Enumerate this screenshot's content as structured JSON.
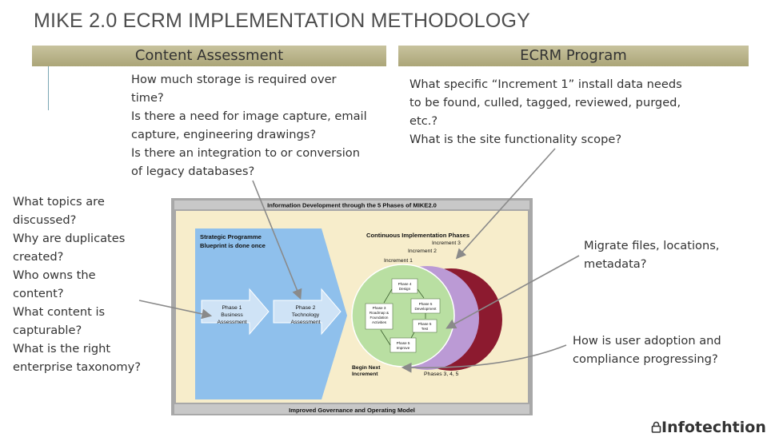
{
  "title": "MIKE 2.0 ECRM IMPLEMENTATION METHODOLOGY",
  "headers": {
    "left": "Content Assessment",
    "right": "ECRM Program"
  },
  "content_questions": [
    "How much storage is required over time?",
    "Is there a need for image capture, email capture, engineering drawings?",
    "Is there an integration to or conversion of legacy databases?"
  ],
  "program_questions": [
    "What specific “Increment 1” install data needs to be found, culled, tagged, reviewed, purged, etc.?",
    "What is the site functionality scope?"
  ],
  "left_questions": [
    "What topics are discussed?",
    "Why are duplicates created?",
    "Who owns the content?",
    "What content is capturable?",
    "What is the right enterprise taxonomy?"
  ],
  "migrate_note": "Migrate files, locations, metadata?",
  "adoption_note": "How is user adoption and compliance progressing?",
  "diagram": {
    "header": "Information Development through the 5 Phases of MIKE2.0",
    "footer": "Improved Governance and Operating Model",
    "strategic": [
      "Strategic Programme",
      "Blueprint is done once"
    ],
    "phase1": [
      "Phase 1",
      "Business",
      "Assessment"
    ],
    "phase2": [
      "Phase 2",
      "Technology",
      "Assessment"
    ],
    "continuous": "Continuous Implementation Phases",
    "increment1": "Increment 1",
    "increment2": "Increment 2",
    "increment3": "Increment 3",
    "p3": [
      "Phase 3",
      "Roadmap &",
      "Foundation",
      "Activities"
    ],
    "p4": [
      "Phase 4",
      "Design"
    ],
    "p5dev": [
      "Phase 5",
      "Development"
    ],
    "p5test": [
      "Phase 5",
      "Test"
    ],
    "p5imp": [
      "Phase 5",
      "Improve"
    ],
    "begin": [
      "Begin Next",
      "Increment"
    ],
    "phases345": "Phases 3, 4, 5",
    "colors": {
      "bg": "#f7edcb",
      "frame": "#aaaaaa",
      "blue": "#8fc0ec",
      "green": "#b9dfa2",
      "purple": "#bb9ad5",
      "maroon": "#8c1a2f"
    }
  },
  "brand": "Infotechtion",
  "brand_icon": "lock-icon"
}
